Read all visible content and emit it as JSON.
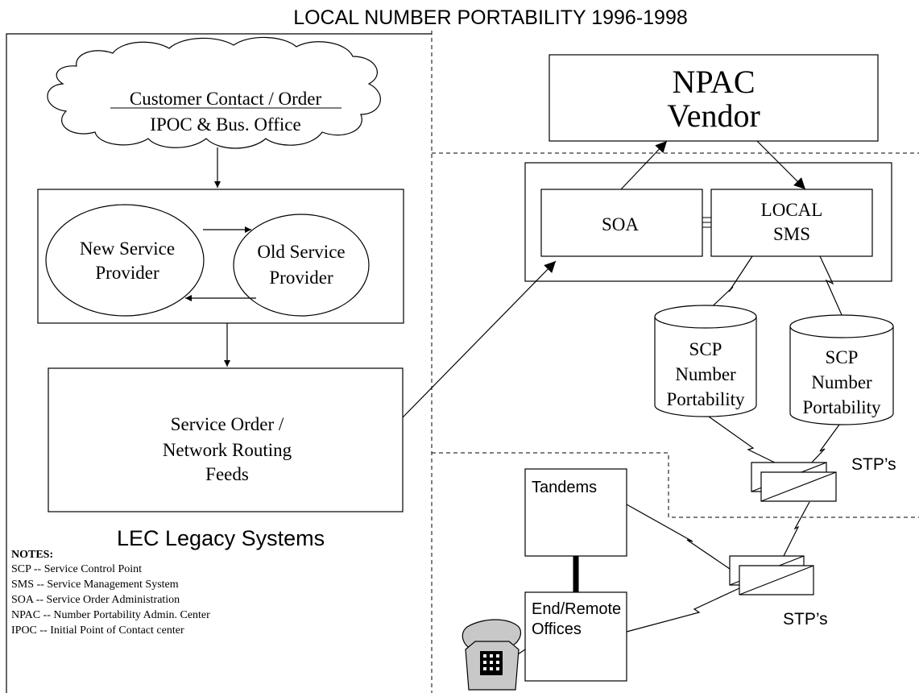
{
  "title": "LOCAL NUMBER PORTABILITY 1996-1998",
  "customer_cloud": {
    "line1": "Customer Contact / Order",
    "line2": "IPOC & Bus. Office"
  },
  "new_provider": {
    "line1": "New Service",
    "line2": "Provider"
  },
  "old_provider": {
    "line1": "Old Service",
    "line2": "Provider"
  },
  "service_order": {
    "line1": "Service Order /",
    "line2": "Network Routing",
    "line3": "Feeds"
  },
  "lec_label": "LEC Legacy Systems",
  "npac": {
    "line1": "NPAC",
    "line2": "Vendor"
  },
  "soa": "SOA",
  "local_sms": {
    "line1": "LOCAL",
    "line2": "SMS"
  },
  "scp_left": {
    "line1": "SCP",
    "line2": "Number",
    "line3": "Portability"
  },
  "scp_right": {
    "line1": "SCP",
    "line2": "Number",
    "line3": "Portability"
  },
  "stp_upper": "STP’s",
  "stp_lower": "STP’s",
  "tandems": "Tandems",
  "end_remote": {
    "line1": "End/Remote",
    "line2": "Offices"
  },
  "notes": {
    "heading": "NOTES:",
    "items": [
      "SCP -- Service Control Point",
      "SMS -- Service Management System",
      "SOA -- Service Order Administration",
      "NPAC -- Number Portability Admin. Center",
      "IPOC -- Initial Point of Contact center"
    ]
  },
  "icons": {
    "telephone": "telephone-icon"
  }
}
